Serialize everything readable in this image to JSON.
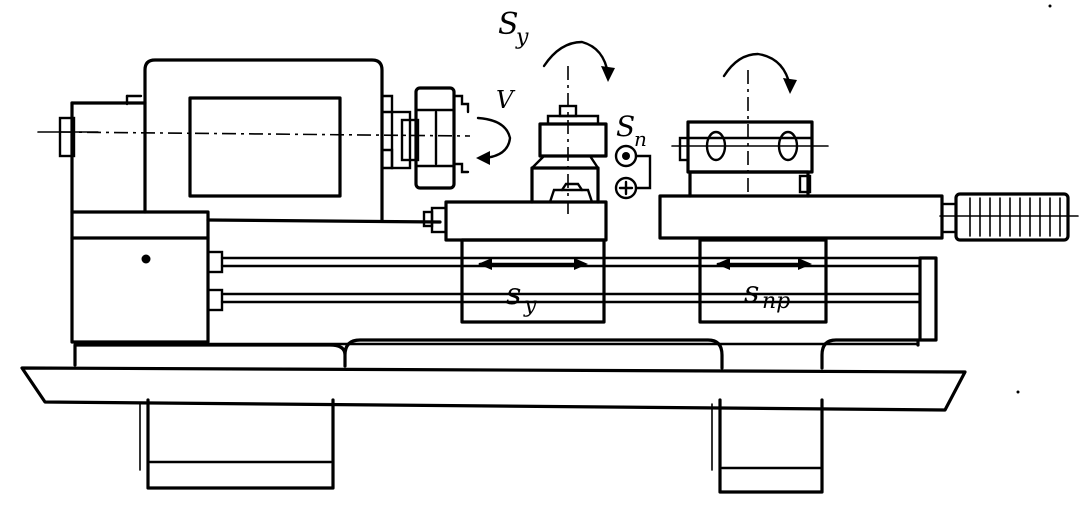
{
  "labels": {
    "sy_top": "S",
    "sy_top_sub": "y",
    "v": "V",
    "sn": "S",
    "sn_sub": "n",
    "sy_carriage": "s",
    "sy_carriage_sub": "y",
    "snp": "s",
    "snp_sub": "np"
  },
  "colors": {
    "ink": "#000000",
    "paper": "#ffffff"
  }
}
